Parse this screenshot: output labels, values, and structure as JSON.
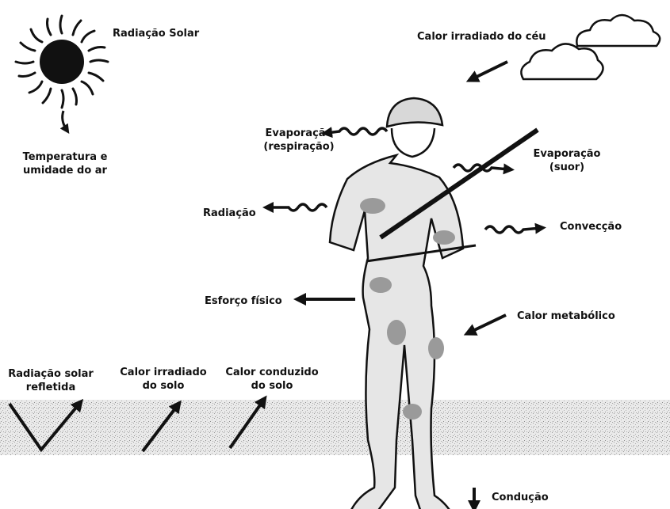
{
  "labels": {
    "solar_radiation": "Radiação Solar",
    "sky_heat": "Calor irradiado do céu",
    "air_temp_line1": "Temperatura e",
    "air_temp_line2": "umidade do ar",
    "evap_breath_line1": "Evaporação",
    "evap_breath_line2": "(respiração)",
    "evap_sweat_line1": "Evaporação",
    "evap_sweat_line2": "(suor)",
    "radiation": "Radiação",
    "convection": "Convecção",
    "physical_effort": "Esforço físico",
    "metabolic_heat": "Calor metabólico",
    "reflected_line1": "Radiação solar",
    "reflected_line2": "refletida",
    "ground_rad_line1": "Calor irradiado",
    "ground_rad_line2": "do solo",
    "ground_cond_line1": "Calor conduzido",
    "ground_cond_line2": "do solo",
    "conduction": "Condução"
  },
  "icons": [
    "sun-icon",
    "cloud-icon",
    "soldier-illustration",
    "arrow-icon",
    "wavy-arrow-icon"
  ]
}
